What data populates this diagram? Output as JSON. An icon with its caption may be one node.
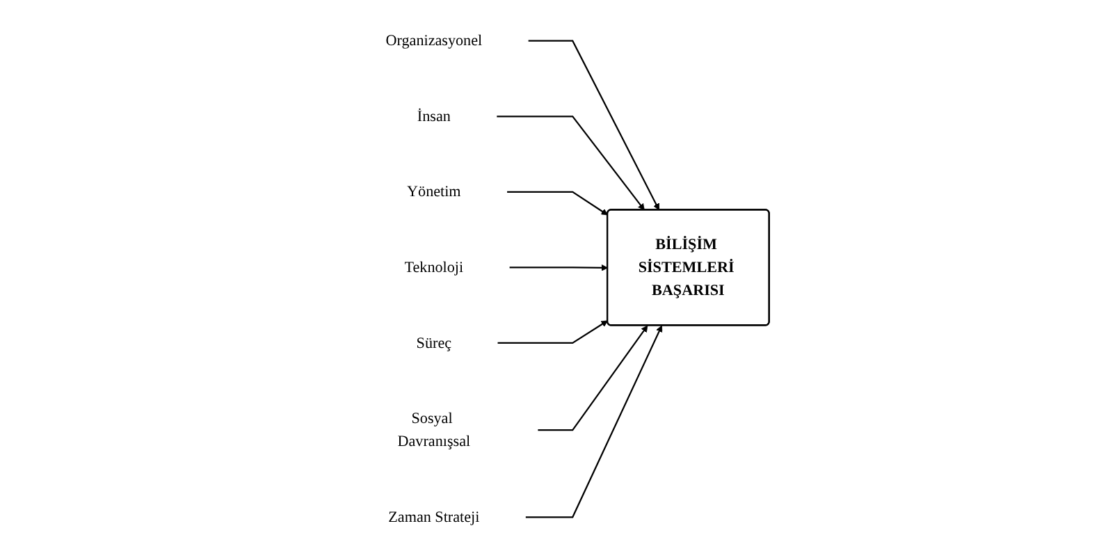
{
  "diagram": {
    "nodes": [
      {
        "text": [
          "Organizasyonel"
        ]
      },
      {
        "text": [
          "İnsan"
        ]
      },
      {
        "text": [
          "Yönetim"
        ]
      },
      {
        "text": [
          "Teknoloji"
        ]
      },
      {
        "text": [
          "Süreç"
        ]
      },
      {
        "text": [
          "Sosyal Davranışsal"
        ]
      },
      {
        "text": [
          "Zaman Strateji"
        ]
      },
      {
        "text": [
          "BİLİŞİM SİSTEMLERİ BAŞARISI"
        ]
      }
    ],
    "edges": [
      {
        "from": 0,
        "to": 7,
        "arrow": "to"
      },
      {
        "from": 1,
        "to": 7,
        "arrow": "to"
      },
      {
        "from": 2,
        "to": 7,
        "arrow": "to"
      },
      {
        "from": 3,
        "to": 7,
        "arrow": "to"
      },
      {
        "from": 4,
        "to": 7,
        "arrow": "to"
      },
      {
        "from": 5,
        "to": 7,
        "arrow": "to"
      },
      {
        "from": 6,
        "to": 7,
        "arrow": "to"
      }
    ]
  }
}
